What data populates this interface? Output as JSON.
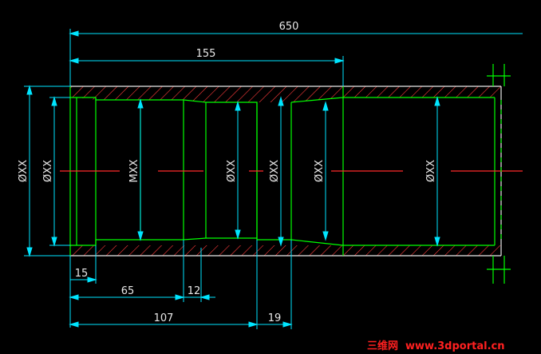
{
  "colors": {
    "background": "#000000",
    "dimension": "#00e5ff",
    "outline": "#e8e8e8",
    "hatch": "#ff3b3b",
    "centerline": "#ff2a2a",
    "part_edge": "#00ff00",
    "text": "#e8e8e8",
    "watermark_cn": "#ff2020",
    "watermark_site": "#ff2020"
  },
  "dimensions": {
    "overall_length": "650",
    "bore_length": "155",
    "chamfer_offset": "15",
    "section_a": "65",
    "section_b": "12",
    "groove_position": "107",
    "groove_width": "19"
  },
  "diameters": {
    "outer_left": "ØXX",
    "inner_left": "ØXX",
    "thread": "MXX",
    "bore_mid": "ØXX",
    "groove": "ØXX",
    "bore_right": "ØXX",
    "bore_end": "ØXX"
  },
  "watermark": {
    "chinese": "三维网",
    "site": "www.3dportal.cn"
  }
}
